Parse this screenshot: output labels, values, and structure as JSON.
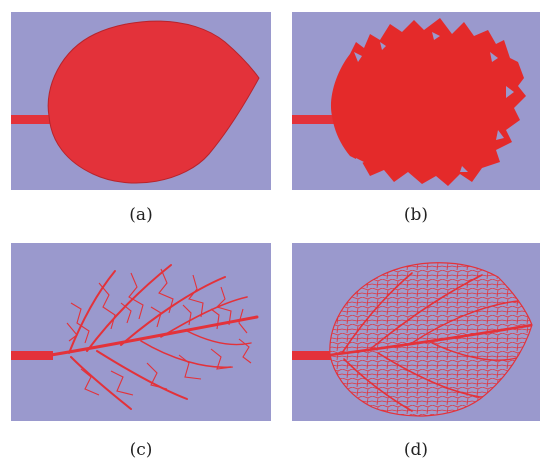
{
  "colors": {
    "background": "#9a99cd",
    "leaf": "#e3323a",
    "leaf_edge": "#b8242c"
  },
  "panels": [
    {
      "caption": "(a)",
      "description_icon": "solid-leaf-shape"
    },
    {
      "caption": "(b)",
      "description_icon": "eroded-leaf-shape"
    },
    {
      "caption": "(c)",
      "description_icon": "coarse-vein-network"
    },
    {
      "caption": "(d)",
      "description_icon": "fine-vein-network"
    }
  ]
}
